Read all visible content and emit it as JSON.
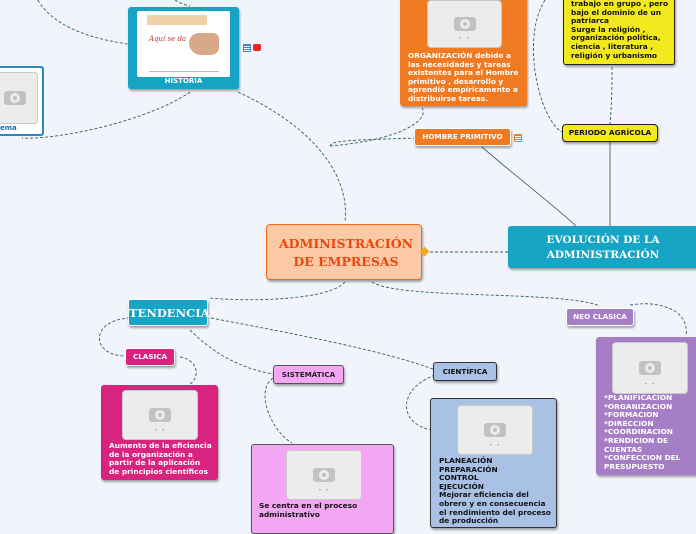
{
  "central": {
    "title": "ADMINISTRACIÓN DE EMPRESAS"
  },
  "evolucion": {
    "title": "EVOLUCIÓN DE LA ADMINISTRACIÓN"
  },
  "tendencias": {
    "title": "TENDENCIAS"
  },
  "historia": {
    "label": "HISTORIA",
    "handwriting": "Aquí se da"
  },
  "left_partial": {
    "label": "ema"
  },
  "hombre_primitivo": {
    "label": "HOMBRE PRIMITIVO",
    "text": "ORGANIZACIÓN debido a las  necesidades y tareas existentes para el Hombre primitivo , desarrollo y aprendió empíricamente a distribuirse tareas."
  },
  "periodo_agricola": {
    "label": "PERIODO AGRÍCOLA",
    "text": "trabajo en grupo , pero bajo el dominio de un patriarca\nSurge la  religión , organización política, ciencia , literatura , religión y urbanismo"
  },
  "neo_clasica": {
    "label": "NEO CLASICA",
    "text": "*PLANIFICACION\n*ORGANIZACION\n*FORMACION\n*DIRECCION\n*COORDINACION\n*RENDICION DE CUENTAS\n*CONFECCION DEL PRESUPUESTO"
  },
  "clasica": {
    "label": "CLASICA",
    "text": "Aumento de la eficiencia de la organización a partir  de la aplicación de principios científicos"
  },
  "sistematica": {
    "label": "SISTEMÁTICA",
    "text": "Se  centra en el proceso administrativo"
  },
  "cientifica": {
    "label": "CIENTÍFICA",
    "text": "PLANEACIÓN\nPREPARACIÓN\nCONTROL\nEJECUCIÓN\nMejorar  eficiencia  del obrero y en consecuencia el rendimiento del proceso de producción"
  },
  "colors": {
    "orange": "#ef7a22",
    "central_fill": "#fbc9a5",
    "central_border": "#f26a1b",
    "central_text": "#e8490f",
    "teal": "#16a5c5",
    "yellow": "#f2ea1e",
    "purple": "#a57ec5",
    "magenta": "#d8247e",
    "pink": "#f3a6f3",
    "blue": "#aac1e6"
  },
  "icons": [
    "image-placeholder-icon",
    "note-icon",
    "youtube-icon"
  ]
}
